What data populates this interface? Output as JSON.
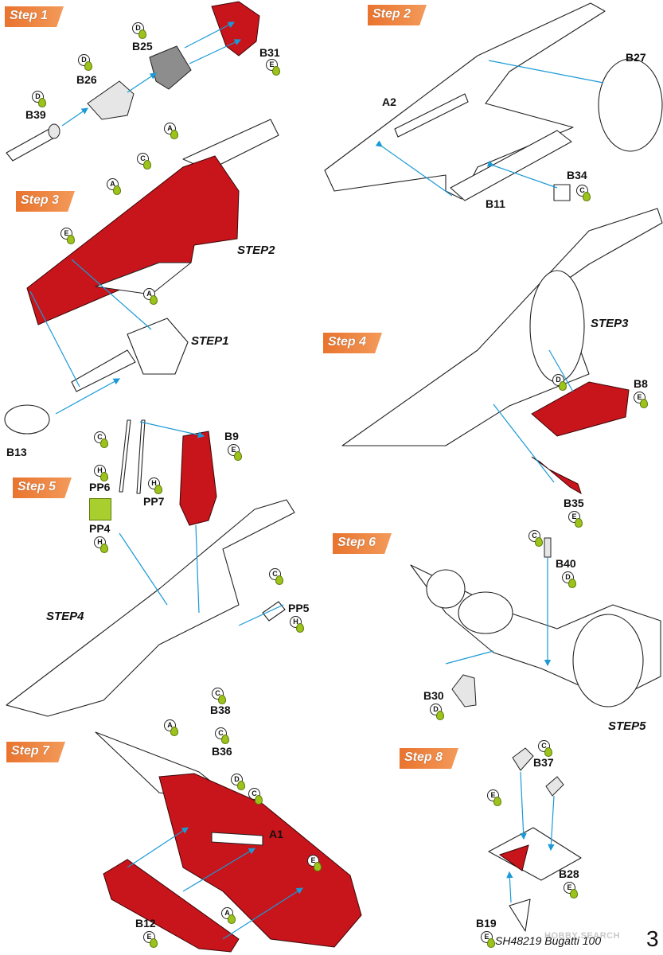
{
  "document": {
    "footer": "SH48219 Bugatti 100",
    "page_number": "3",
    "watermark": "HOBBY SEARCH"
  },
  "steps": [
    {
      "label": "Step 1"
    },
    {
      "label": "Step 2"
    },
    {
      "label": "Step 3"
    },
    {
      "label": "Step 4"
    },
    {
      "label": "Step 5"
    },
    {
      "label": "Step 6"
    },
    {
      "label": "Step 7"
    },
    {
      "label": "Step 8"
    }
  ],
  "parts": {
    "B25": "B25",
    "B26": "B26",
    "B39": "B39",
    "B31": "B31",
    "A2": "A2",
    "B27": "B27",
    "B34": "B34",
    "B11": "B11",
    "B13": "B13",
    "B8": "B8",
    "B35": "B35",
    "B9": "B9",
    "PP6": "PP6",
    "PP7": "PP7",
    "PP4": "PP4",
    "PP5": "PP5",
    "B40": "B40",
    "B30": "B30",
    "B38": "B38",
    "B36": "B36",
    "A1": "A1",
    "B12": "B12",
    "B37": "B37",
    "B28": "B28",
    "B19": "B19"
  },
  "refs": {
    "step1": "STEP1",
    "step2": "STEP2",
    "step3": "STEP3",
    "step4": "STEP4",
    "step5": "STEP5"
  },
  "paint_codes": {
    "b25": "D",
    "b26": "D",
    "b39": "D",
    "b31": "E",
    "s3a_top": "A",
    "s3c": "C",
    "s3a": "A",
    "s3e": "E",
    "s3a_low": "A",
    "b34": "C",
    "b8": "E",
    "b8_part": "D",
    "b35": "E",
    "b9": "E",
    "pp6_c": "C",
    "pp6_h": "H",
    "pp7_h": "H",
    "pp4_h": "H",
    "pp5_c": "C",
    "pp5_h": "H",
    "b40_c": "C",
    "b40_d": "D",
    "b30": "D",
    "b38": "C",
    "b36_a": "A",
    "b36_c": "C",
    "s7_d": "D",
    "s7_c": "C",
    "a1_e": "E",
    "b12_e": "E",
    "b12_a": "A",
    "b37": "C",
    "s8_e": "E",
    "b28": "E",
    "b19": "E"
  },
  "colors": {
    "red": "#c8141b",
    "leader": "#1a9ad6",
    "paint_drop": "#9cc31b",
    "step_tab": "#ef8440"
  }
}
